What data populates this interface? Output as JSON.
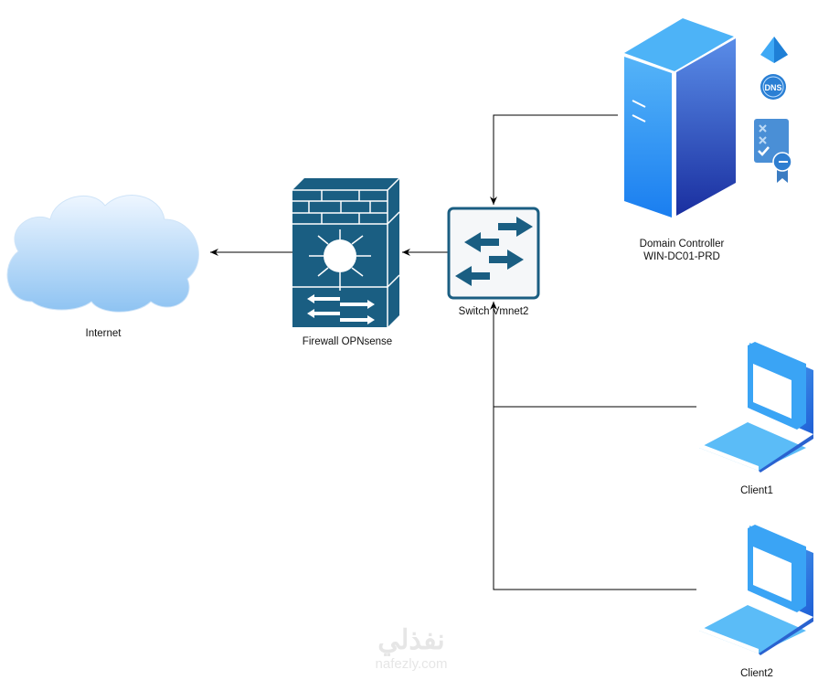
{
  "nodes": {
    "internet": {
      "label": "Internet",
      "icon": "cloud-icon"
    },
    "firewall": {
      "label": "Firewall OPNsense",
      "icon": "firewall-icon"
    },
    "switch": {
      "label": "Switch Vmnet2",
      "icon": "switch-icon"
    },
    "domain_controller": {
      "label_line1": "Domain Controller",
      "label_line2": "WIN-DC01-PRD",
      "icon": "server-icon",
      "badges": [
        "active-directory-icon",
        "dns-icon",
        "certificate-icon"
      ],
      "badge_text": "DNS"
    },
    "client1": {
      "label": "Client1",
      "icon": "laptop-icon"
    },
    "client2": {
      "label": "Client2",
      "icon": "laptop-icon"
    }
  },
  "edges": [
    {
      "from": "domain_controller",
      "to": "switch"
    },
    {
      "from": "client1",
      "to": "switch"
    },
    {
      "from": "client2",
      "to": "switch"
    },
    {
      "from": "switch",
      "to": "firewall"
    },
    {
      "from": "firewall",
      "to": "internet"
    }
  ],
  "watermark": {
    "arabic": "نفذلي",
    "latin": "nafezly.com"
  },
  "colors": {
    "firewall": "#1a5e82",
    "switch": "#1a5e82",
    "server_light": "#3fa9f5",
    "server_dark": "#1e3fa8",
    "cloud": "#a9d2f5"
  }
}
